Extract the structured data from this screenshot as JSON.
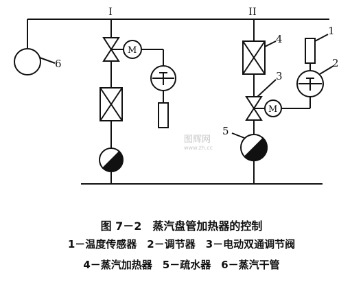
{
  "diagram": {
    "branch_labels": {
      "left": "I",
      "right": "II"
    },
    "component_numbers": {
      "temperature_sensor": "1",
      "regulator": "2",
      "motor_valve": "3",
      "steam_heater": "4",
      "drain_trap": "5",
      "steam_main": "6"
    },
    "motor_symbol": "M"
  },
  "caption": {
    "title": "图 7－2　蒸汽盘管加热器的控制",
    "legend_line1": "1－温度传感器　2－调节器　3－电动双通调节阀",
    "legend_line2": "4－蒸汽加热器　5－疏水器　6－蒸汽干管"
  },
  "watermark": {
    "line1": "图辉网",
    "line2": "www.zh.cc"
  }
}
